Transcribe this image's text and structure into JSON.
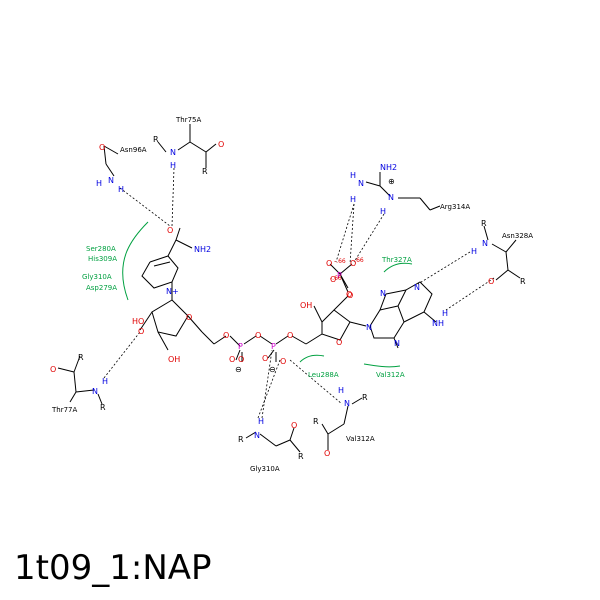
{
  "title": "1t09_1:NAP",
  "colors": {
    "carbon": "#000000",
    "oxygen": "#e00000",
    "nitrogen": "#0000e0",
    "phosphorus": "#cc00cc",
    "hydrophobic": "#00a040",
    "charge": "#e00000"
  },
  "residues": {
    "thr75": "Thr75A",
    "asn96": "Asn96A",
    "thr77": "Thr77A",
    "gly310": "Gly310A",
    "val312_backbone": "Val312A",
    "arg314": "Arg314A",
    "asn328": "Asn328A"
  },
  "hydrophobic_contacts": {
    "ser280": "Ser280A",
    "his309": "His309A",
    "gly310": "Gly310A",
    "asp279": "Asp279A",
    "thr327": "Thr327A",
    "leu288": "Leu288A",
    "val312": "Val312A"
  },
  "atoms": {
    "O": "O",
    "OH": "OH",
    "HO": "HO",
    "N": "N",
    "H": "H",
    "R": "R",
    "P": "P",
    "NH2": "NH2",
    "NH": "NH",
    "N_plus": "N+",
    "charge_plus": "⊕",
    "charge_minus": "⊖"
  },
  "charges": {
    "q1": "-.66",
    "q2": "-.66",
    "q3": "-.66"
  }
}
